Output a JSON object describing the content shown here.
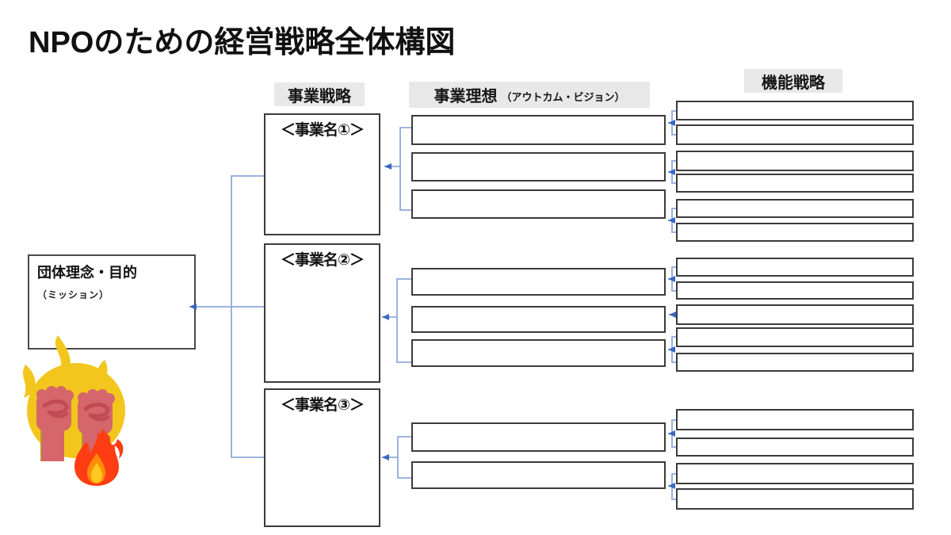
{
  "title": "NPOのための経営戦略全体構図",
  "column_headers": {
    "business_strategy": "事業戦略",
    "business_ideal": "事業理想",
    "business_ideal_note": "（アウトカム・ビジョン）",
    "functional_strategy": "機能戦略"
  },
  "mission_box": {
    "title": "団体理念・目的",
    "subtitle": "（ミッション）"
  },
  "business_boxes": [
    {
      "label": "＜事業名①＞"
    },
    {
      "label": "＜事業名②＞"
    },
    {
      "label": "＜事業名③＞"
    }
  ],
  "structure": {
    "ideal_boxes_per_business": [
      3,
      3,
      2
    ],
    "function_boxes_per_business": [
      6,
      5,
      4
    ],
    "detail_boxes_are_empty": true,
    "flow_direction": "機能戦略 → 事業理想 → 事業戦略 → 団体理念・目的"
  },
  "icon": {
    "name": "raised-fists-in-flame",
    "description": "two raised fists in front of a large yellow flame with a small red flame"
  },
  "colors": {
    "background": "#ffffff",
    "box_border": "#3b3b3b",
    "header_background": "#e8e8e8",
    "connector_line": "#8faadc",
    "connector_arrowhead": "#3a67c0",
    "flame_yellow": "#f2c61d",
    "fist_rose": "#d5666b",
    "fist_shade": "#c24a55",
    "small_flame_red": "#fe3d12",
    "small_flame_orange": "#ff8d0a",
    "small_flame_core": "#ffc81f"
  }
}
